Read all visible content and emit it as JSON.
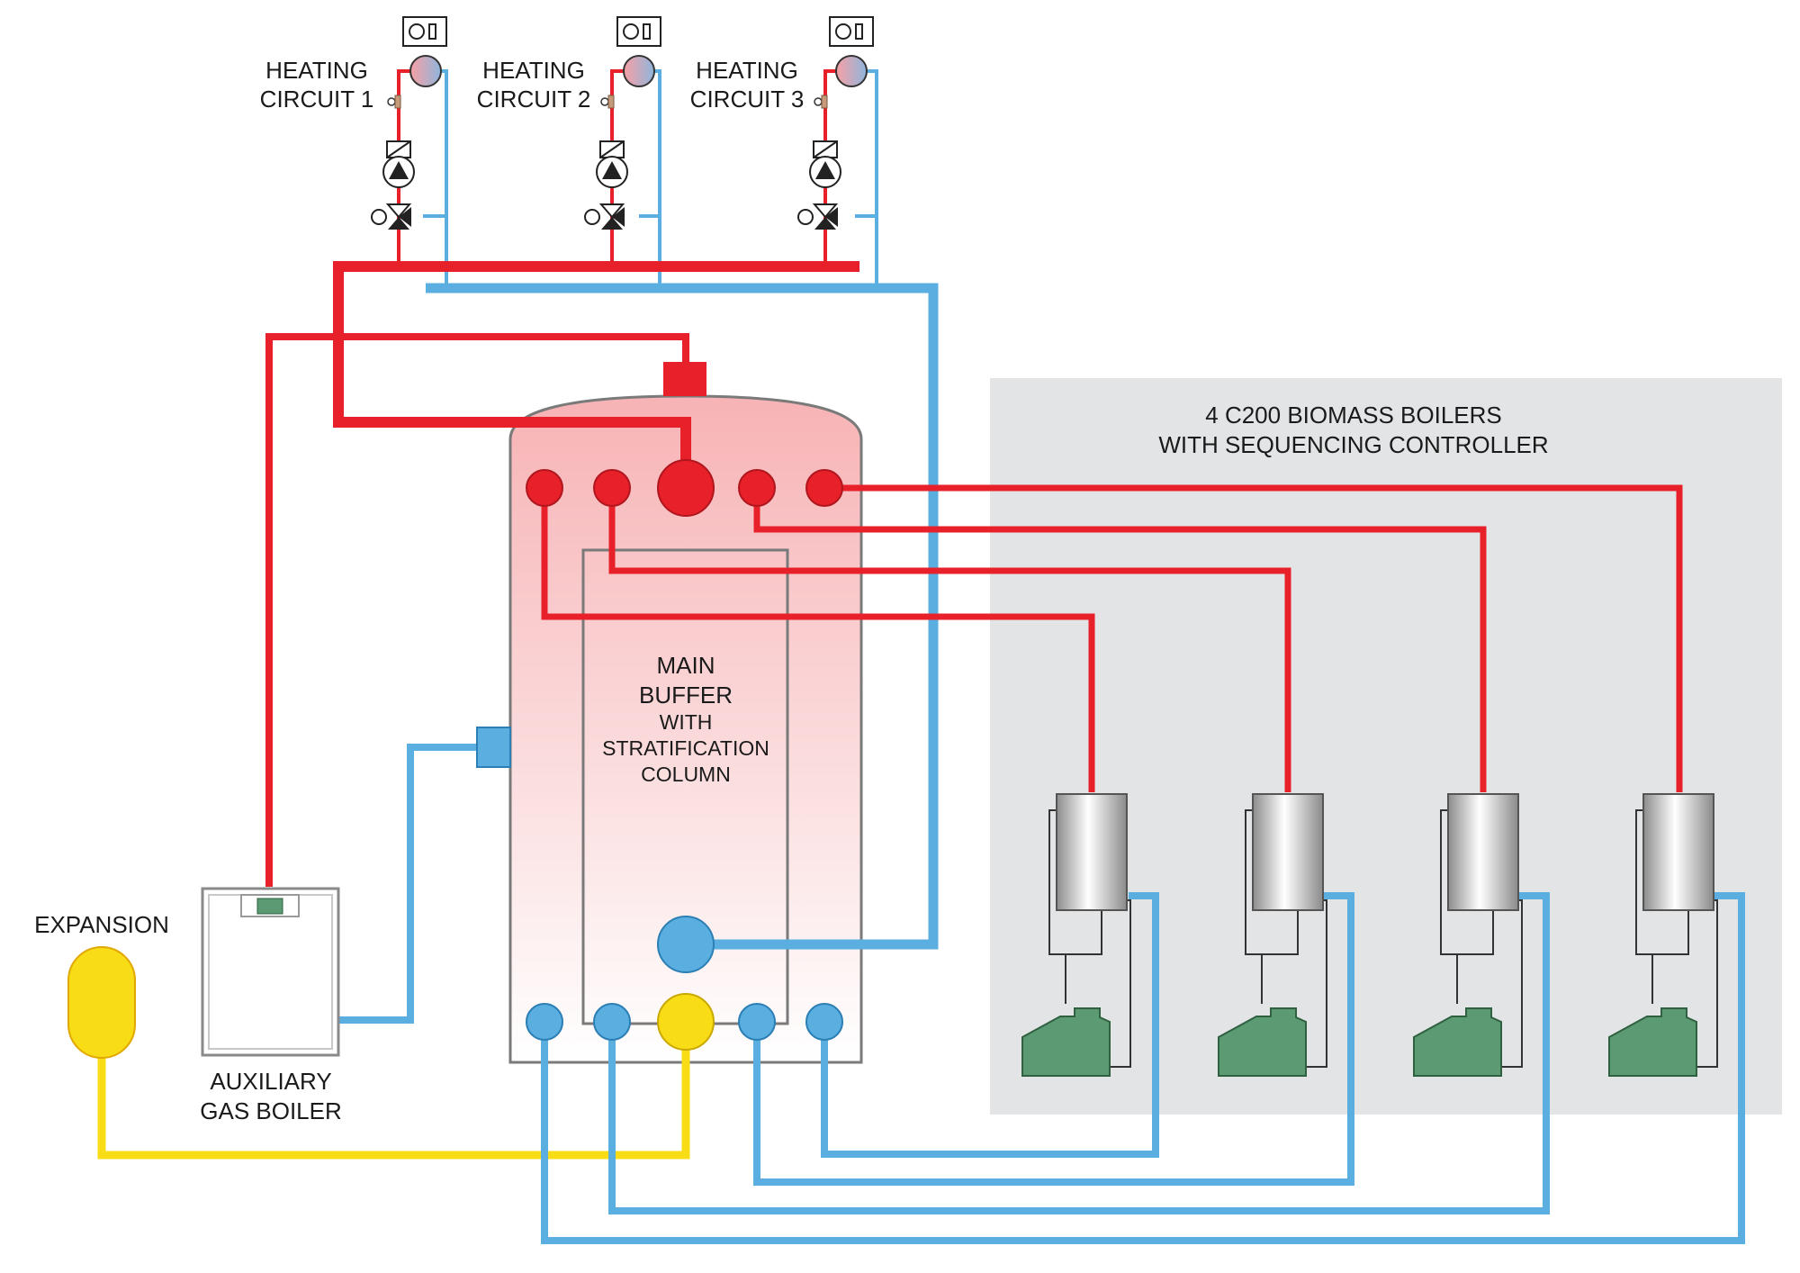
{
  "heating_circuits": [
    {
      "line1": "HEATING",
      "line2": "CIRCUIT 1"
    },
    {
      "line1": "HEATING",
      "line2": "CIRCUIT 2"
    },
    {
      "line1": "HEATING",
      "line2": "CIRCUIT 3"
    }
  ],
  "biomass_area": {
    "line1": "4 C200 BIOMASS BOILERS",
    "line2": "WITH SEQUENCING CONTROLLER",
    "boiler_count": 4
  },
  "buffer": {
    "line1": "MAIN",
    "line2": "BUFFER",
    "line3": "WITH",
    "line4": "STRATIFICATION",
    "line5": "COLUMN"
  },
  "expansion": {
    "label": "EXPANSION"
  },
  "aux_boiler": {
    "line1": "AUXILIARY",
    "line2": "GAS BOILER"
  },
  "colors": {
    "flow": "#e8202a",
    "return": "#5aafe0",
    "expansion": "#f8dc16",
    "boiler_green": "#5b9a72",
    "panel_grey": "#e3e4e6",
    "buffer_top": "#f7aeb1"
  },
  "icons": [
    "thermostat-icon",
    "radiator-icon",
    "sensor-icon",
    "actuator-icon",
    "pump-icon",
    "mixing-valve-icon",
    "boiler-cylinder-icon",
    "burner-icon"
  ]
}
